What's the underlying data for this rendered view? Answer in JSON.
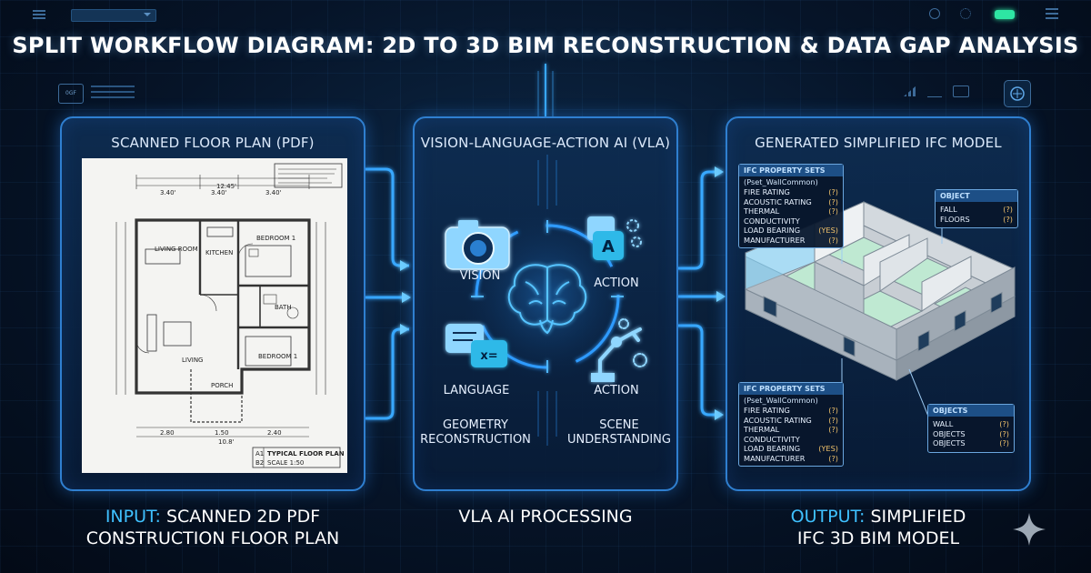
{
  "title": "SPLIT WORKFLOW DIAGRAM: 2D TO 3D BIM RECONSTRUCTION & DATA GAP ANALYSIS",
  "toolbar": {
    "icons": [
      "menu-icon",
      "dropdown-field",
      "info-icon",
      "light-icon",
      "settings-icon",
      "battery-icon",
      "hamburger-icon"
    ],
    "side_widget": "0GF"
  },
  "panels": {
    "input": {
      "title": "SCANNED FLOOR PLAN (PDF)",
      "plan": {
        "rooms": [
          "LIVING ROOM",
          "KITCHEN",
          "BEDROOM 1",
          "BATH",
          "LIVING",
          "BEDROOM 1",
          "PORCH"
        ],
        "dims_top": [
          "12.45'",
          "3.40'",
          "3.40'",
          "3.40'"
        ],
        "dims_bottom": [
          "2.80",
          "1.50",
          "2.40"
        ],
        "dim_bottom_total": "10.8'",
        "caption_title": "TYPICAL FLOOR PLAN",
        "caption_sub": "SCALE 1:50",
        "caption_index": [
          "A1",
          "B2"
        ]
      }
    },
    "ai": {
      "title": "VISION-LANGUAGE-ACTION AI (VLA)",
      "labels": {
        "vision": "VISION",
        "action_top": "ACTION",
        "language": "LANGUAGE",
        "action_bottom": "ACTION"
      },
      "geometry": "GEOMETRY\nRECONSTRUCTION",
      "scene": "SCENE\nUNDERSTANDING"
    },
    "output": {
      "title": "GENERATED SIMPLIFIED IFC MODEL",
      "pset_top": {
        "head": "IFC PROPERTY SETS",
        "sub": "(Pset_WallCommon)",
        "rows": [
          [
            "FIRE RATING",
            "(?)"
          ],
          [
            "ACOUSTIC RATING",
            "(?)"
          ],
          [
            "THERMAL CONDUCTIVITY",
            "(?)"
          ],
          [
            "LOAD BEARING",
            "(YES)"
          ],
          [
            "MANUFACTURER",
            "(?)"
          ]
        ]
      },
      "object_top": {
        "head": "OBJECT",
        "rows": [
          [
            "FALL",
            "(?)"
          ],
          [
            "FLOORS",
            "(?)"
          ]
        ]
      },
      "pset_bottom": {
        "head": "IFC PROPERTY SETS",
        "sub": "(Pset_WallCommon)",
        "rows": [
          [
            "FIRE RATING",
            "(?)"
          ],
          [
            "ACOUSTIC RATING",
            "(?)"
          ],
          [
            "THERMAL CONDUCTIVITY",
            "(?)"
          ],
          [
            "LOAD BEARING",
            "(YES)"
          ],
          [
            "MANUFACTURER",
            "(?)"
          ]
        ]
      },
      "objects_bottom": {
        "head": "OBJECTS",
        "rows": [
          [
            "WALL",
            "(?)"
          ],
          [
            "OBJECTS",
            "(?)"
          ],
          [
            "OBJECTS",
            "(?)"
          ]
        ]
      }
    }
  },
  "captions": {
    "input_hl": "INPUT:",
    "input_rest": " SCANNED 2D PDF",
    "input_line2": "CONSTRUCTION FLOOR PLAN",
    "middle": "VLA AI PROCESSING",
    "output_hl": "OUTPUT:",
    "output_rest": " SIMPLIFIED",
    "output_line2": "IFC 3D BIM MODEL"
  },
  "colors": {
    "accent": "#3fc1ff",
    "panel_border": "#2f7fd0",
    "background": "#061428",
    "model_floor": "#bfe9d2"
  }
}
